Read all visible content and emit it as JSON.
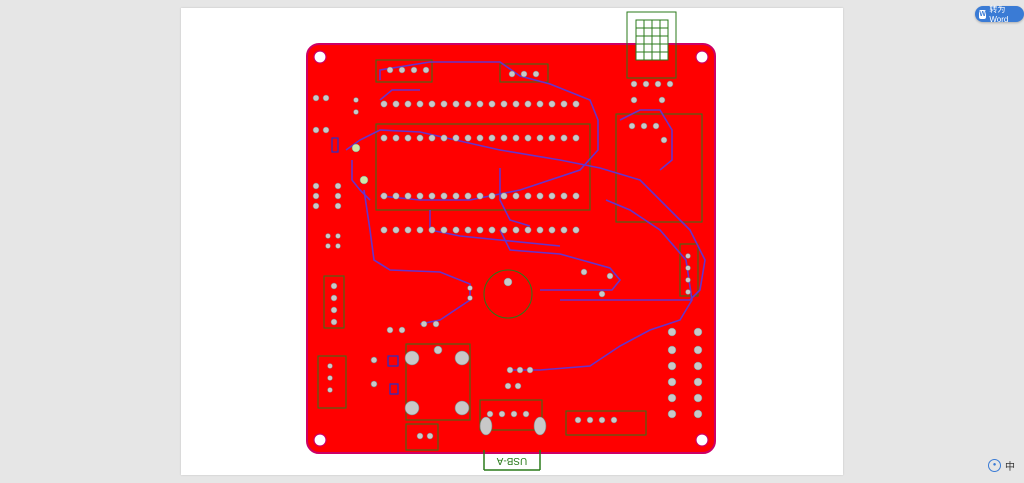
{
  "toolbar": {
    "convert_label": "转为Word",
    "convert_icon": "word-doc-icon"
  },
  "ime": {
    "icon": "input-method-icon",
    "language_label": "中"
  },
  "pcb": {
    "board_color": "#ff0000",
    "outline_color": "#cc0066",
    "silk_color": "#2a7a1a",
    "trace_color": "#6633cc",
    "pad_color": "#c8c8c8",
    "connector_label": "USB-A"
  }
}
